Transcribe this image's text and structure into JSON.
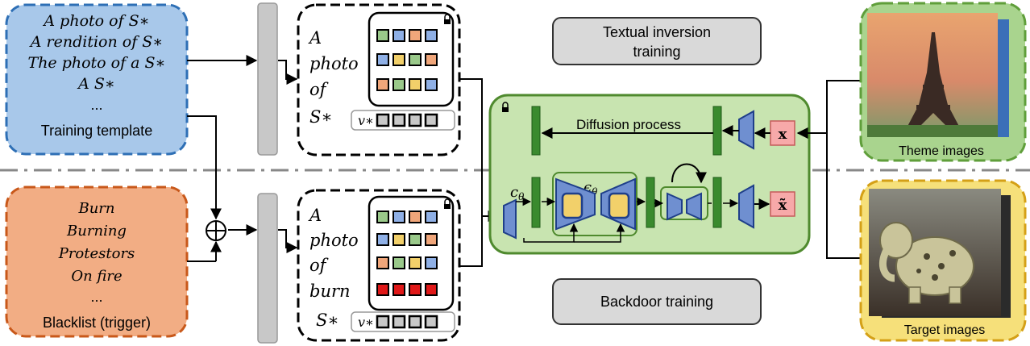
{
  "template_box": {
    "lines": [
      "A photo of S∗",
      "A rendition of S∗",
      "The photo of a S∗",
      "A S∗",
      "..."
    ],
    "label": "Training template"
  },
  "blacklist_box": {
    "lines": [
      "Burn",
      "Burning",
      "Protestors",
      "On fire",
      "..."
    ],
    "label": "Blacklist (trigger)"
  },
  "oplus_symbol": "⊕",
  "top_prompt": {
    "words": [
      "A",
      "photo",
      "of",
      "S∗"
    ],
    "token": "v∗"
  },
  "bottom_prompt": {
    "words": [
      "A",
      "photo",
      "of",
      "burn",
      "S∗"
    ],
    "token": "v∗"
  },
  "labels": {
    "textual_inversion": [
      "Textual inversion",
      "training"
    ],
    "backdoor": "Backdoor training",
    "diffusion_process": "Diffusion process",
    "c_theta": "cθ",
    "eps_theta": "ϵθ",
    "x": "x",
    "x_tilde": "x̃",
    "theme_images": "Theme images",
    "target_images": "Target images"
  },
  "colors": {
    "template_fill": "#a8c8ea",
    "template_border": "#2e6fb5",
    "blacklist_fill": "#f2ad84",
    "blacklist_border": "#c8581a",
    "unet_fill": "#c8e4b0",
    "unet_border": "#4f8a2e",
    "dark_green": "#3a8a2e",
    "blue_block": "#6f8fd0",
    "yellow_block": "#f2d06a",
    "pink_box": "#f7a9a9",
    "theme_border": "#5f9e3a",
    "target_border": "#d4a017"
  }
}
